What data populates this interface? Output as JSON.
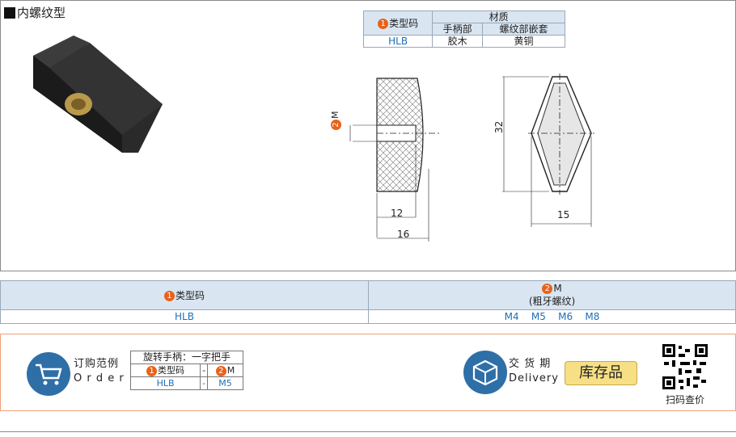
{
  "title": "内螺纹型",
  "material_table": {
    "type_header": "类型码",
    "type_num": "1",
    "material_header": "材质",
    "handle_header": "手柄部",
    "insert_header": "螺纹部嵌套",
    "code": "HLB",
    "handle_material": "胶木",
    "insert_material": "黄铜"
  },
  "drawing": {
    "thread_label": "M",
    "thread_num": "2",
    "dim_12": "12",
    "dim_16": "16",
    "dim_32": "32",
    "dim_15": "15"
  },
  "spec_table": {
    "type_num": "1",
    "type_header": "类型码",
    "m_num": "2",
    "m_header": "M",
    "m_sub": "(粗牙螺纹)",
    "code": "HLB",
    "sizes": "M4    M5    M6    M8"
  },
  "order": {
    "label_cn": "订购范例",
    "label_en": "O r d e r",
    "example_title": "旋转手柄：一字把手",
    "type_num": "1",
    "type_header": "类型码",
    "dash": "-",
    "m_num": "2",
    "m_header": "M",
    "code": "HLB",
    "m_value": "M5"
  },
  "delivery": {
    "label_cn": "交 货 期",
    "label_en": "Delivery",
    "stock": "库存品"
  },
  "qr_label": "扫码查价"
}
